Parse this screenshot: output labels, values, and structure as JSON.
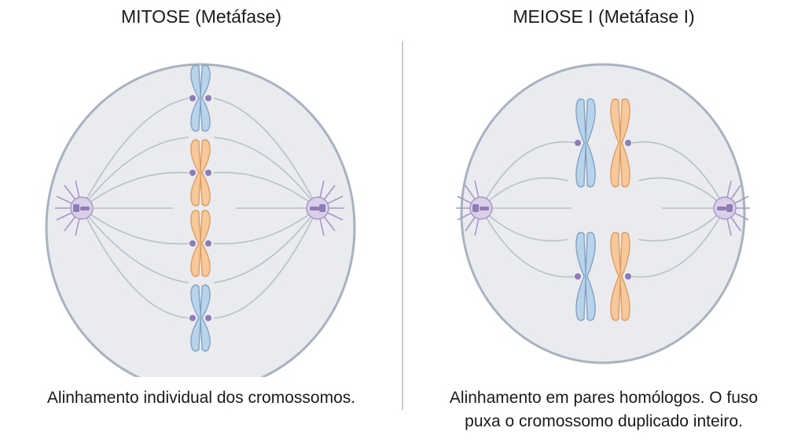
{
  "left_panel": {
    "title": "MITOSE (Metáfase)",
    "caption": "Alinhamento individual dos cromossomos."
  },
  "right_panel": {
    "title": "MEIOSE I (Metáfase I)",
    "caption_line1": "Alinhamento em pares homólogos. O fuso",
    "caption_line2": "puxa o cromossomo duplicado inteiro."
  },
  "colors": {
    "cell_fill": "#e9ebef",
    "cell_border": "#a9b2bf",
    "spindle": "#b9c0ca",
    "centrosome": "#a996c9",
    "chromosome_blue": "#b9d3ea",
    "chromosome_blue_stroke": "#7e9fc0",
    "chromosome_orange": "#f7c89a",
    "chromosome_orange_stroke": "#d99a60",
    "centromere": "#8e7db5"
  }
}
